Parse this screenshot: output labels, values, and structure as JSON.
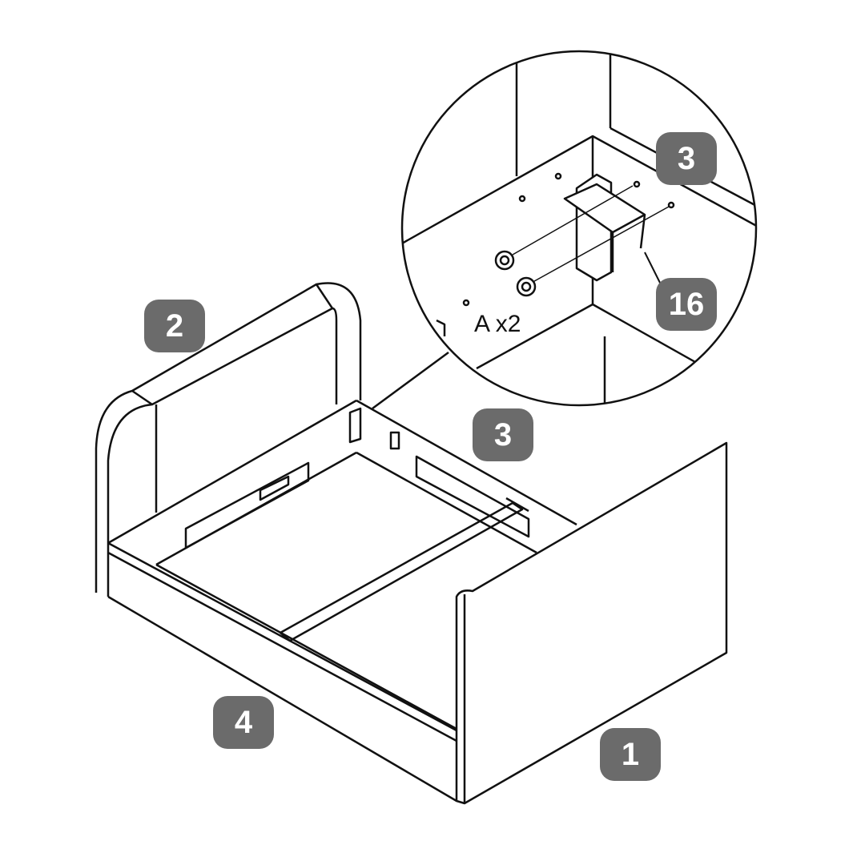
{
  "title": "Bed frame assembly step",
  "labels": {
    "headboard": "2",
    "rail_back": "3",
    "rail_back_detail": "3",
    "bracket": "16",
    "side_rail": "4",
    "footboard": "1"
  },
  "hardware_callout": "A x2",
  "colors": {
    "badge": "#6b6b6b",
    "line": "#111111"
  }
}
